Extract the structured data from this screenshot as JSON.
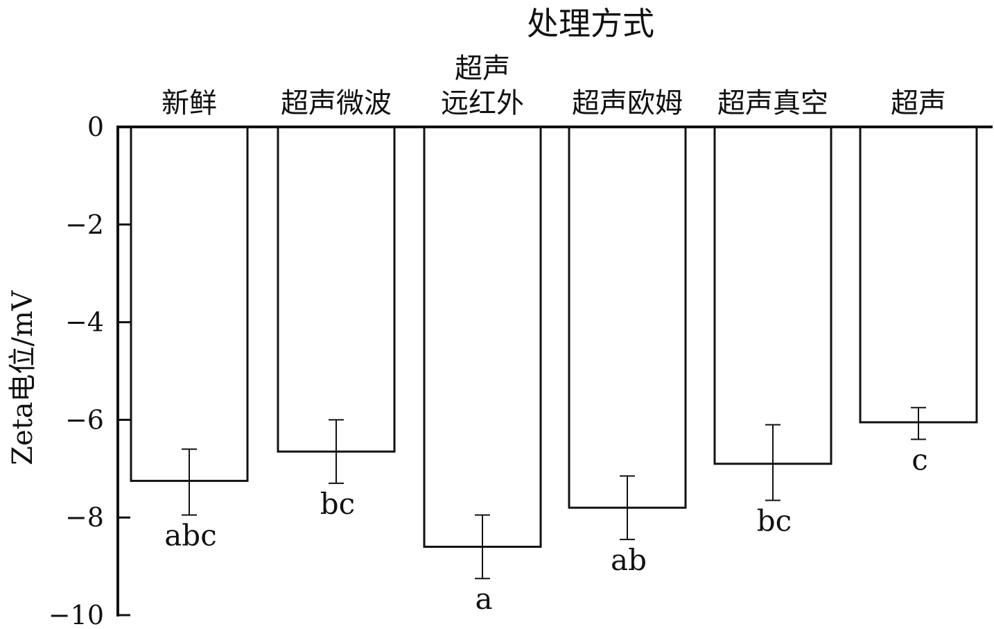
{
  "chart_data": {
    "type": "bar",
    "title": "处理方式",
    "xlabel": "处理方式",
    "ylabel": "Zeta电位/mV",
    "categories": [
      [
        "新鲜"
      ],
      [
        "超声微波"
      ],
      [
        "超声",
        "远红外"
      ],
      [
        "超声欧姆"
      ],
      [
        "超声真空"
      ],
      [
        "超声"
      ]
    ],
    "values": [
      -7.25,
      -6.65,
      -8.6,
      -7.8,
      -6.9,
      -6.05
    ],
    "error_low": [
      -7.95,
      -7.3,
      -9.25,
      -8.45,
      -7.65,
      -6.4
    ],
    "error_high": [
      -6.6,
      -6.0,
      -7.95,
      -7.15,
      -6.1,
      -5.75
    ],
    "significance": [
      "abc",
      "bc",
      "a",
      "ab",
      "bc",
      "c"
    ],
    "ylim": [
      -10,
      0
    ],
    "yticks": [
      0,
      -2,
      -4,
      -6,
      -8,
      -10
    ],
    "ytick_labels": [
      "0",
      "−2",
      "−4",
      "−6",
      "−8",
      "−10"
    ],
    "grid": false,
    "bar_fill": "#ffffff",
    "bar_stroke": "#111111"
  }
}
